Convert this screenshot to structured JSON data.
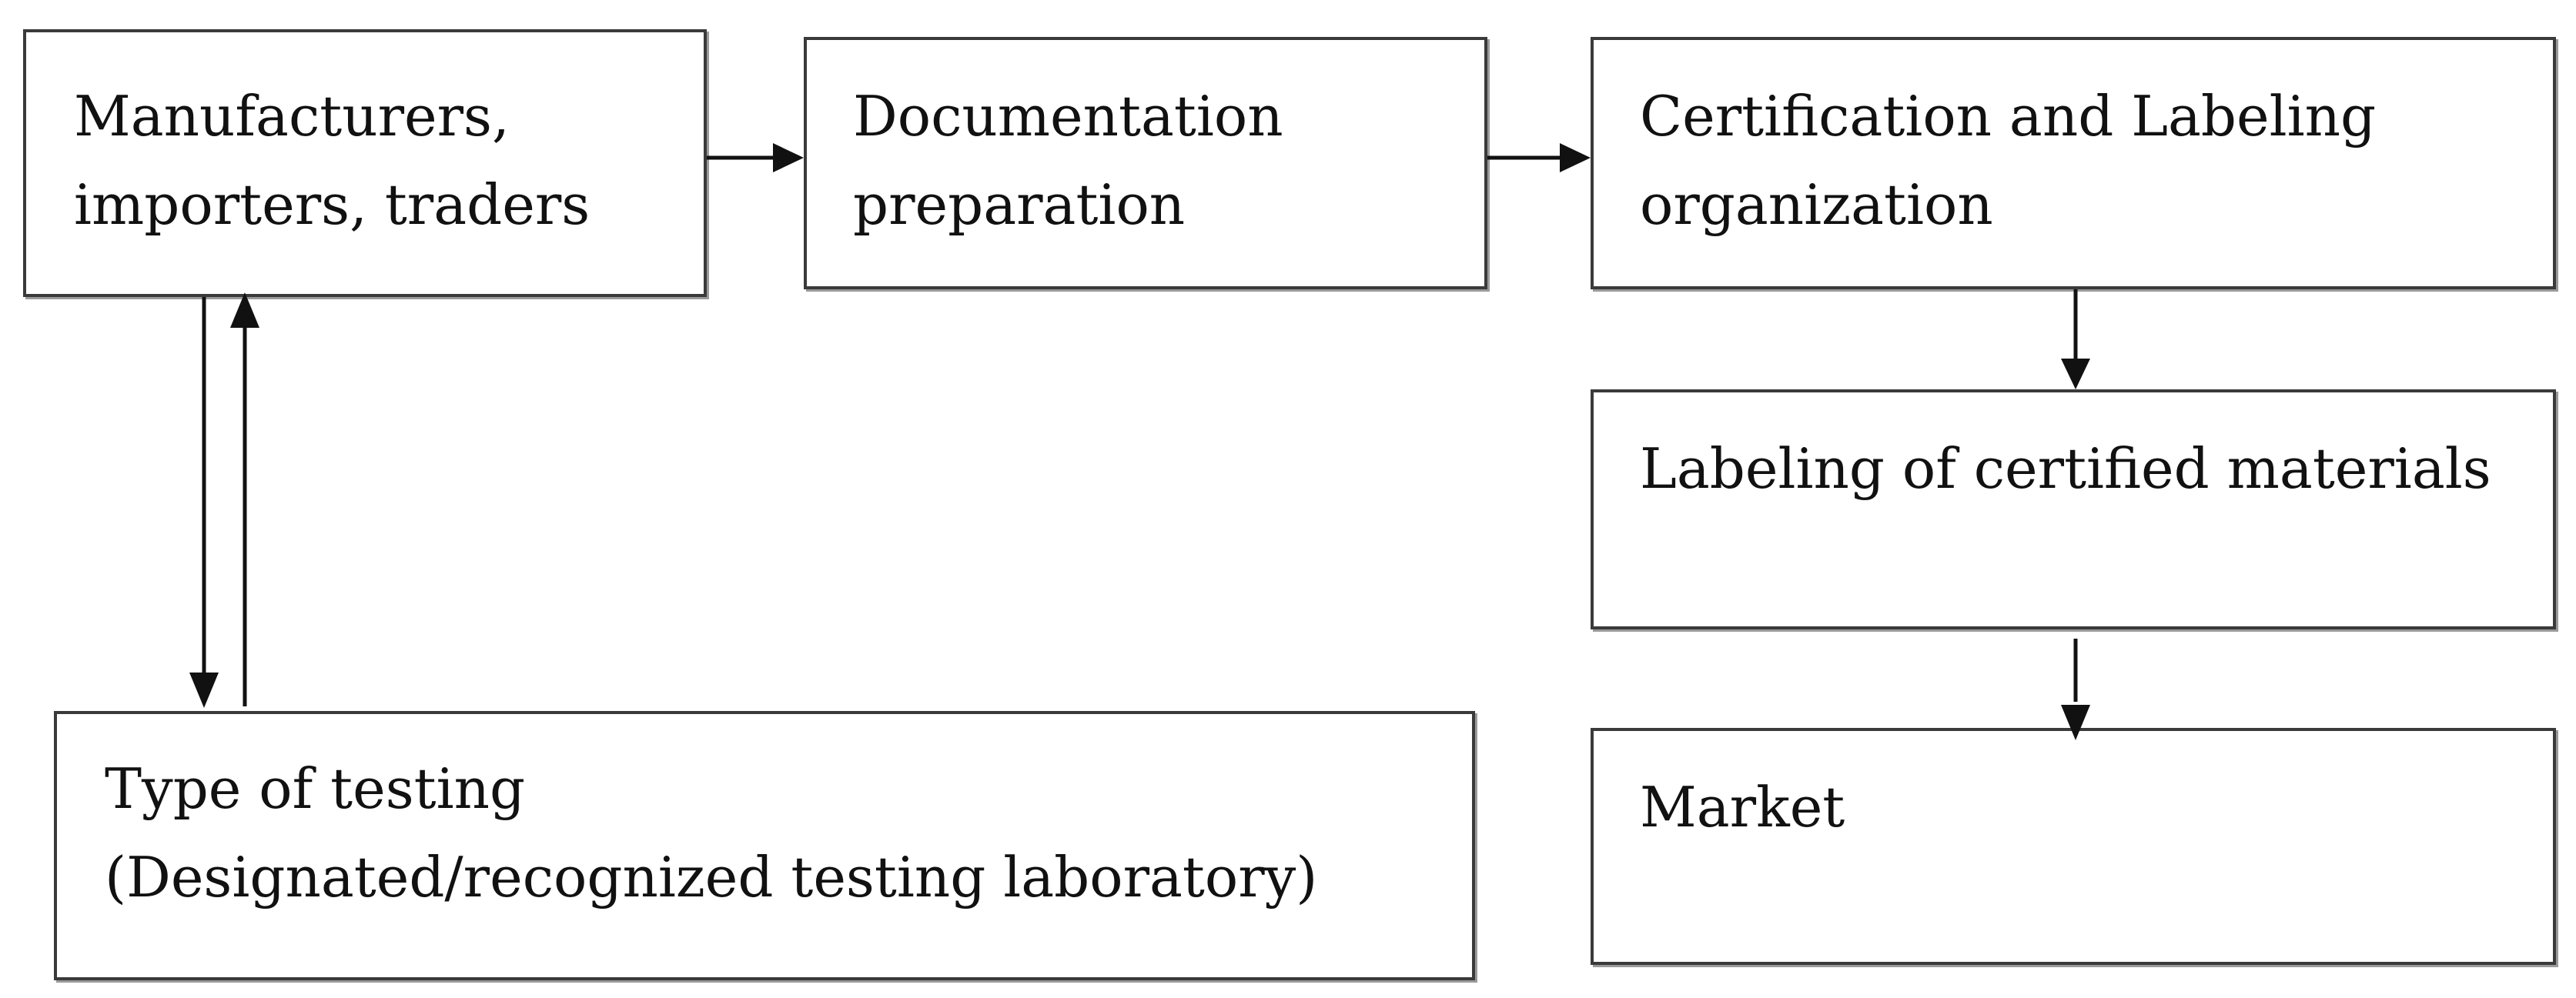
{
  "diagram": {
    "boxes": {
      "manufacturers": {
        "lines": [
          "Manufacturers,",
          "importers, traders"
        ]
      },
      "documentation": {
        "lines": [
          "Documentation",
          "preparation"
        ]
      },
      "certification": {
        "lines": [
          "Certification and Labeling",
          "organization"
        ]
      },
      "labeling": {
        "lines": [
          "Labeling of certified materials"
        ]
      },
      "market": {
        "lines": [
          "Market"
        ]
      },
      "testing": {
        "lines": [
          "Type of testing",
          "(Designated/recognized testing laboratory)"
        ]
      }
    },
    "flows": [
      {
        "from": "manufacturers",
        "to": "documentation"
      },
      {
        "from": "documentation",
        "to": "certification"
      },
      {
        "from": "certification",
        "to": "labeling"
      },
      {
        "from": "labeling",
        "to": "market"
      },
      {
        "from": "manufacturers",
        "to": "testing"
      },
      {
        "from": "testing",
        "to": "manufacturers"
      }
    ]
  },
  "colors": {
    "border": "#3a3a3a",
    "arrow": "#111111",
    "shadow": "#9a9a9a",
    "background": "#ffffff"
  }
}
